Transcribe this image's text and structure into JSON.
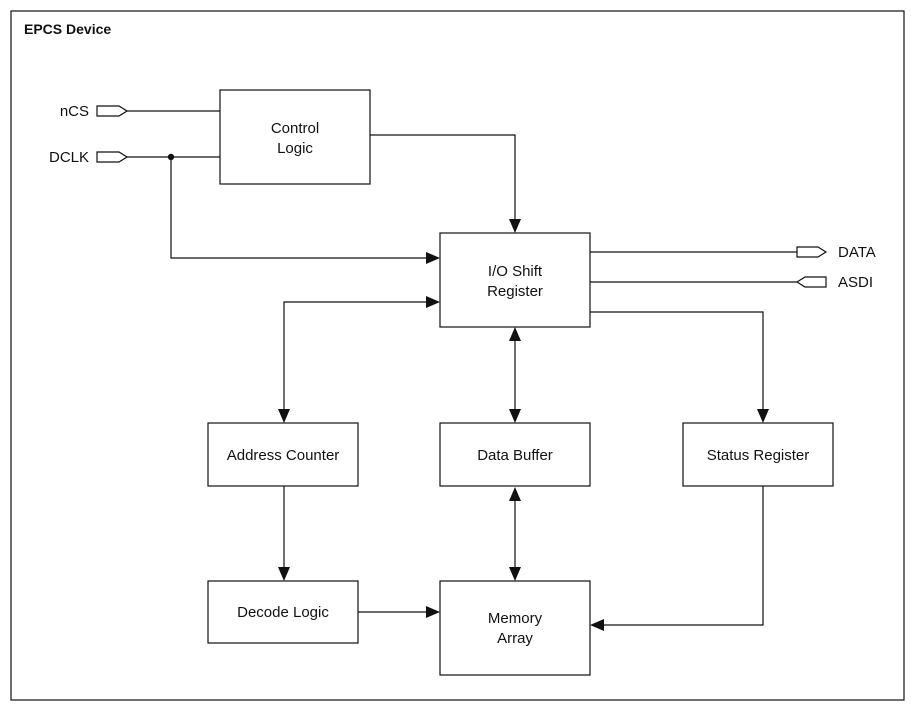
{
  "device": {
    "title": "EPCS Device"
  },
  "blocks": {
    "control_logic": [
      "Control",
      "Logic"
    ],
    "io_shift_register": [
      "I/O Shift",
      "Register"
    ],
    "address_counter": [
      "Address Counter"
    ],
    "data_buffer": [
      "Data Buffer"
    ],
    "status_register": [
      "Status Register"
    ],
    "decode_logic": [
      "Decode Logic"
    ],
    "memory_array": [
      "Memory",
      "Array"
    ]
  },
  "pins": {
    "ncs": "nCS",
    "dclk": "DCLK",
    "data": "DATA",
    "asdi": "ASDI"
  }
}
